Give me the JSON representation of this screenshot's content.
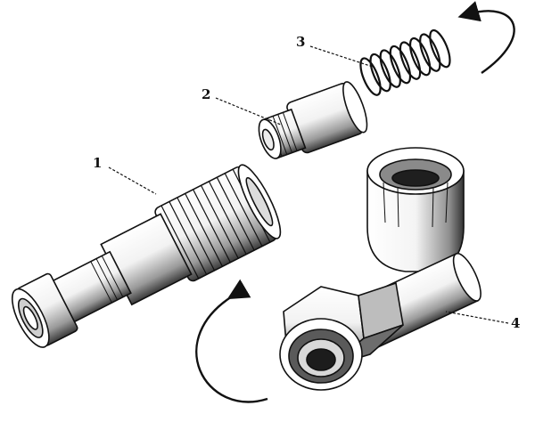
{
  "labels": {
    "part1": "1",
    "part2": "2",
    "part3": "3",
    "part4": "4"
  },
  "colors": {
    "ink": "#111111",
    "paper": "#ffffff",
    "shade": "#2a2a2a"
  }
}
